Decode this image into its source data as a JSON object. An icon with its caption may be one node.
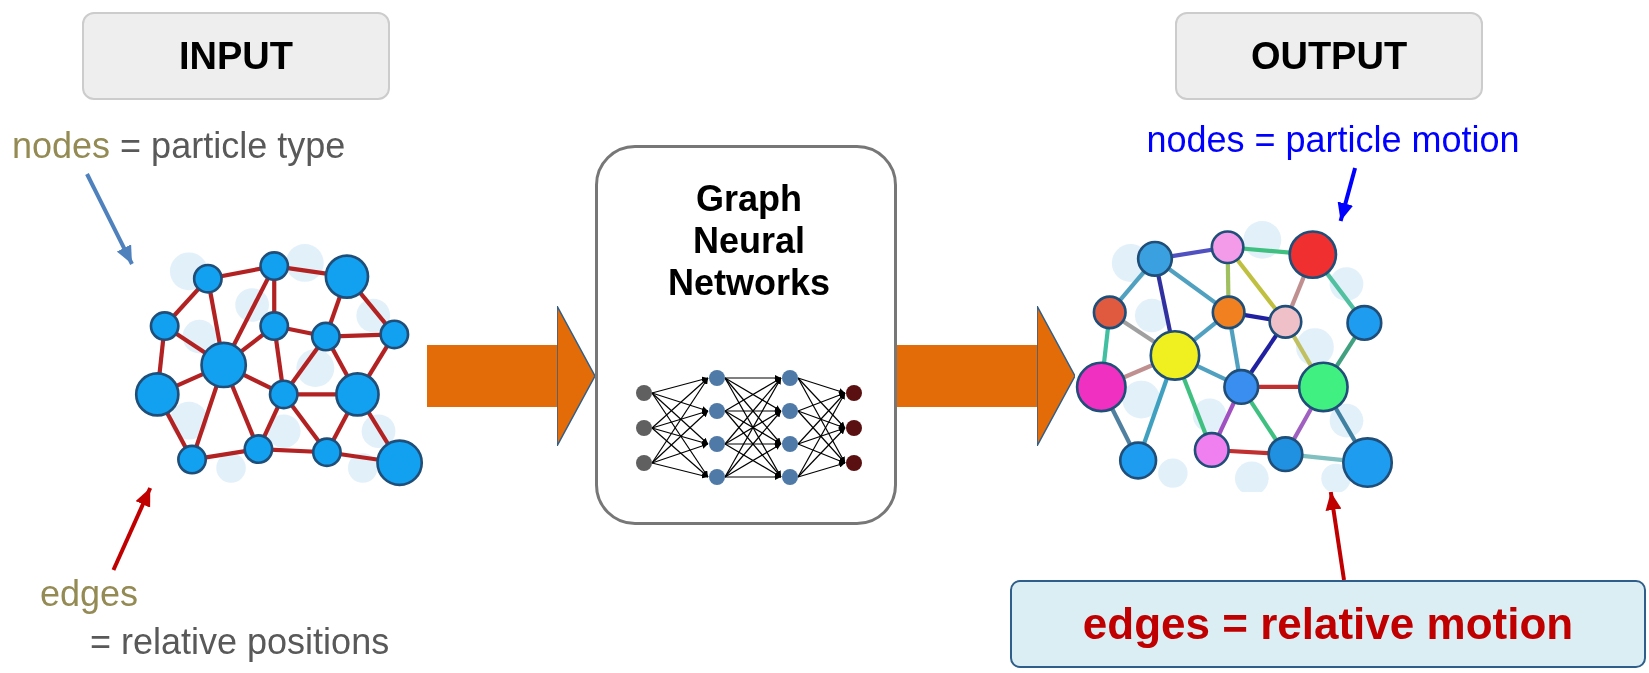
{
  "diagram": {
    "nodes": [
      {
        "text": [
          "INPUT"
        ]
      },
      {
        "text": [
          "nodes = particle type"
        ]
      },
      {
        "text": [],
        "shape": "picture"
      },
      {
        "text": [
          "edges = relative positions"
        ]
      },
      {
        "text": [
          "Graph Neural Networks"
        ]
      },
      {
        "text": [
          "OUTPUT"
        ]
      },
      {
        "text": [
          "nodes = particle motion"
        ]
      },
      {
        "text": [],
        "shape": "picture"
      },
      {
        "text": [
          "edges = relative motion"
        ]
      }
    ],
    "edges": [
      {
        "from": 1,
        "to": 2,
        "arrow": "to",
        "color": "#4f81bd"
      },
      {
        "from": 3,
        "to": 2,
        "arrow": "to",
        "color": "#c00000"
      },
      {
        "from": 2,
        "to": 4,
        "arrow": "to",
        "style": "thick",
        "color": "#e36c09"
      },
      {
        "from": 4,
        "to": 7,
        "arrow": "to",
        "style": "thick",
        "color": "#e36c09"
      },
      {
        "from": 6,
        "to": 7,
        "arrow": "to",
        "color": "#0000ff"
      },
      {
        "from": 8,
        "to": 7,
        "arrow": "to",
        "color": "#c00000"
      }
    ]
  }
}
